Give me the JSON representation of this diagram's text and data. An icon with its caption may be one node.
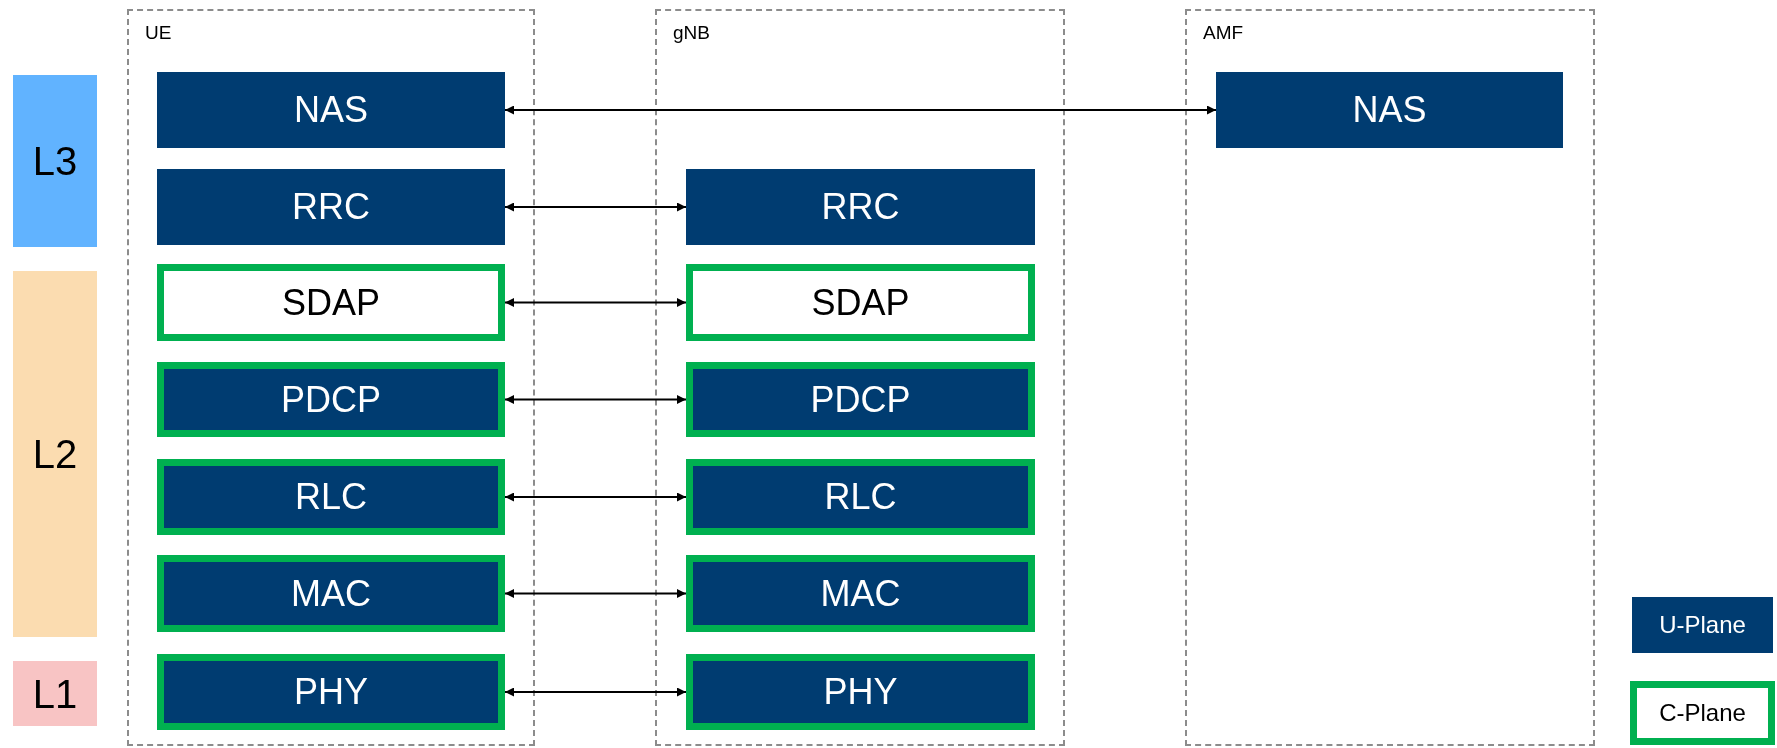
{
  "diagram": {
    "nodes": [
      {
        "text": [
          "L3"
        ]
      },
      {
        "text": [
          "L2"
        ]
      },
      {
        "text": [
          "L1"
        ]
      },
      {
        "text": [
          "UE"
        ]
      },
      {
        "text": [
          "NAS"
        ],
        "in": 3
      },
      {
        "text": [
          "RRC"
        ],
        "in": 3
      },
      {
        "text": [
          "SDAP"
        ],
        "in": 3
      },
      {
        "text": [
          "PDCP"
        ],
        "in": 3
      },
      {
        "text": [
          "RLC"
        ],
        "in": 3
      },
      {
        "text": [
          "MAC"
        ],
        "in": 3
      },
      {
        "text": [
          "PHY"
        ],
        "in": 3
      },
      {
        "text": [
          "gNB"
        ]
      },
      {
        "text": [
          "RRC"
        ],
        "in": 11
      },
      {
        "text": [
          "SDAP"
        ],
        "in": 11
      },
      {
        "text": [
          "PDCP"
        ],
        "in": 11
      },
      {
        "text": [
          "RLC"
        ],
        "in": 11
      },
      {
        "text": [
          "MAC"
        ],
        "in": 11
      },
      {
        "text": [
          "PHY"
        ],
        "in": 11
      },
      {
        "text": [
          "AMF"
        ]
      },
      {
        "text": [
          "NAS"
        ],
        "in": 18
      }
    ],
    "edges": [
      {
        "from": 4,
        "to": 19,
        "arrow": "both"
      },
      {
        "from": 5,
        "to": 12,
        "arrow": "both"
      },
      {
        "from": 6,
        "to": 13,
        "arrow": "both"
      },
      {
        "from": 7,
        "to": 14,
        "arrow": "both"
      },
      {
        "from": 8,
        "to": 15,
        "arrow": "both"
      },
      {
        "from": 9,
        "to": 16,
        "arrow": "both"
      },
      {
        "from": 10,
        "to": 17,
        "arrow": "both"
      }
    ],
    "legend": [
      {
        "text": "U-Plane",
        "color": "#003c71"
      },
      {
        "text": "C-Plane"
      }
    ]
  }
}
